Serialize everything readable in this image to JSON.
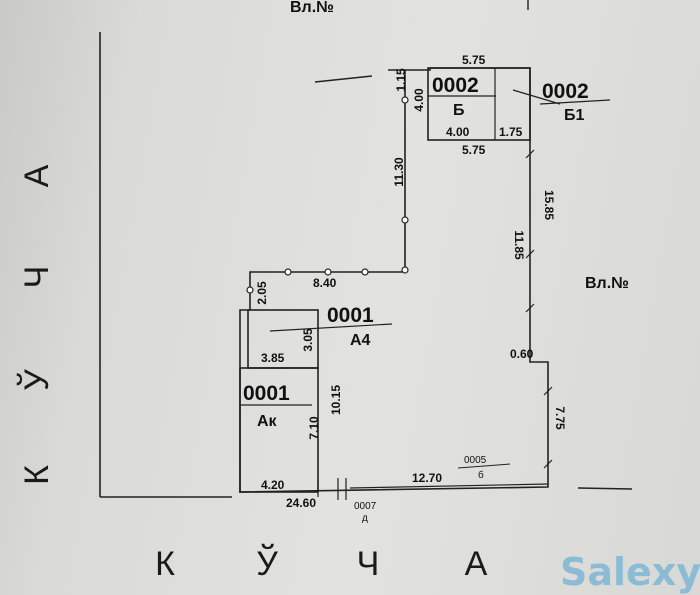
{
  "street": {
    "left_letters": [
      "К",
      "Ў",
      "Ч",
      "А"
    ],
    "bottom_letters": [
      "К",
      "Ў",
      "Ч",
      "А"
    ]
  },
  "neighbors": {
    "top": "Вл.№",
    "right": "Вл.№"
  },
  "buildings": {
    "b_main": {
      "code": "0002",
      "sub": "Б"
    },
    "b1": {
      "code": "0002",
      "sub": "Б1"
    },
    "a4": {
      "code": "0001",
      "sub": "А4"
    },
    "ak": {
      "code": "0001",
      "sub": "Ак"
    },
    "g6": {
      "code": "0005",
      "sub": "б"
    },
    "d": {
      "code": "0007",
      "sub": "д"
    }
  },
  "dimensions": {
    "top_width": "5.75",
    "top_left_small": "1.15",
    "b_height": "4.00",
    "b_inner_width": "4.00",
    "b_right_small": "1.75",
    "b_bottom_width": "5.75",
    "left_upper_height": "11.30",
    "right_upper_outer": "15.85",
    "right_upper_inner": "11.85",
    "step_width": "8.40",
    "step_height": "2.05",
    "a4_height": "3.05",
    "a4_width": "3.85",
    "ak_height_outer": "10.15",
    "ak_height_inner": "7.10",
    "ak_width": "4.20",
    "bottom_total": "24.60",
    "bottom_right": "12.70",
    "right_jog": "0.60",
    "right_lower": "7.75"
  },
  "watermark": "Salexy"
}
